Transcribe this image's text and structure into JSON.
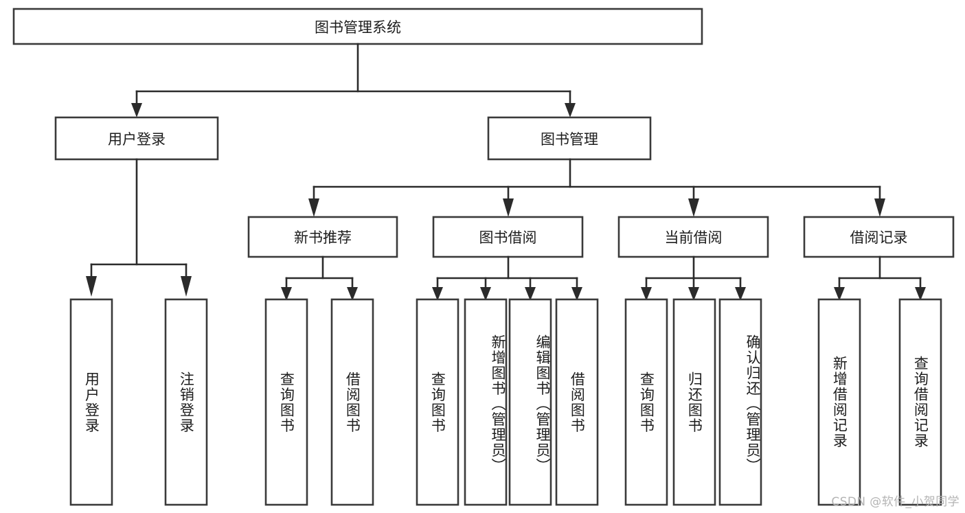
{
  "diagram": {
    "type": "tree-hierarchy",
    "title": "图书管理系统",
    "watermark": "CSDN @软件_小贺同学",
    "colors": {
      "box_stroke": "#3a3a3a",
      "connector": "#2b2b2b",
      "background": "#ffffff",
      "text": "#1c1c1c",
      "watermark": "#b4b4b4"
    },
    "root": {
      "label": "图书管理系统"
    },
    "level2": [
      {
        "label": "用户登录"
      },
      {
        "label": "图书管理"
      }
    ],
    "level3": [
      {
        "label": "新书推荐"
      },
      {
        "label": "图书借阅"
      },
      {
        "label": "当前借阅"
      },
      {
        "label": "借阅记录"
      }
    ],
    "leaves": {
      "user_login": [
        {
          "label": "用户登录"
        },
        {
          "label": "注销登录"
        }
      ],
      "new_book_recommend": [
        {
          "label": "查询图书"
        },
        {
          "label": "借阅图书"
        }
      ],
      "book_borrow": [
        {
          "label": "查询图书"
        },
        {
          "label": "新增图书（管理员）"
        },
        {
          "label": "编辑图书（管理员）"
        },
        {
          "label": "借阅图书"
        }
      ],
      "current_borrow": [
        {
          "label": "查询图书"
        },
        {
          "label": "归还图书"
        },
        {
          "label": "确认归还（管理员）"
        }
      ],
      "borrow_record": [
        {
          "label": "新增借阅记录"
        },
        {
          "label": "查询借阅记录"
        }
      ]
    }
  }
}
